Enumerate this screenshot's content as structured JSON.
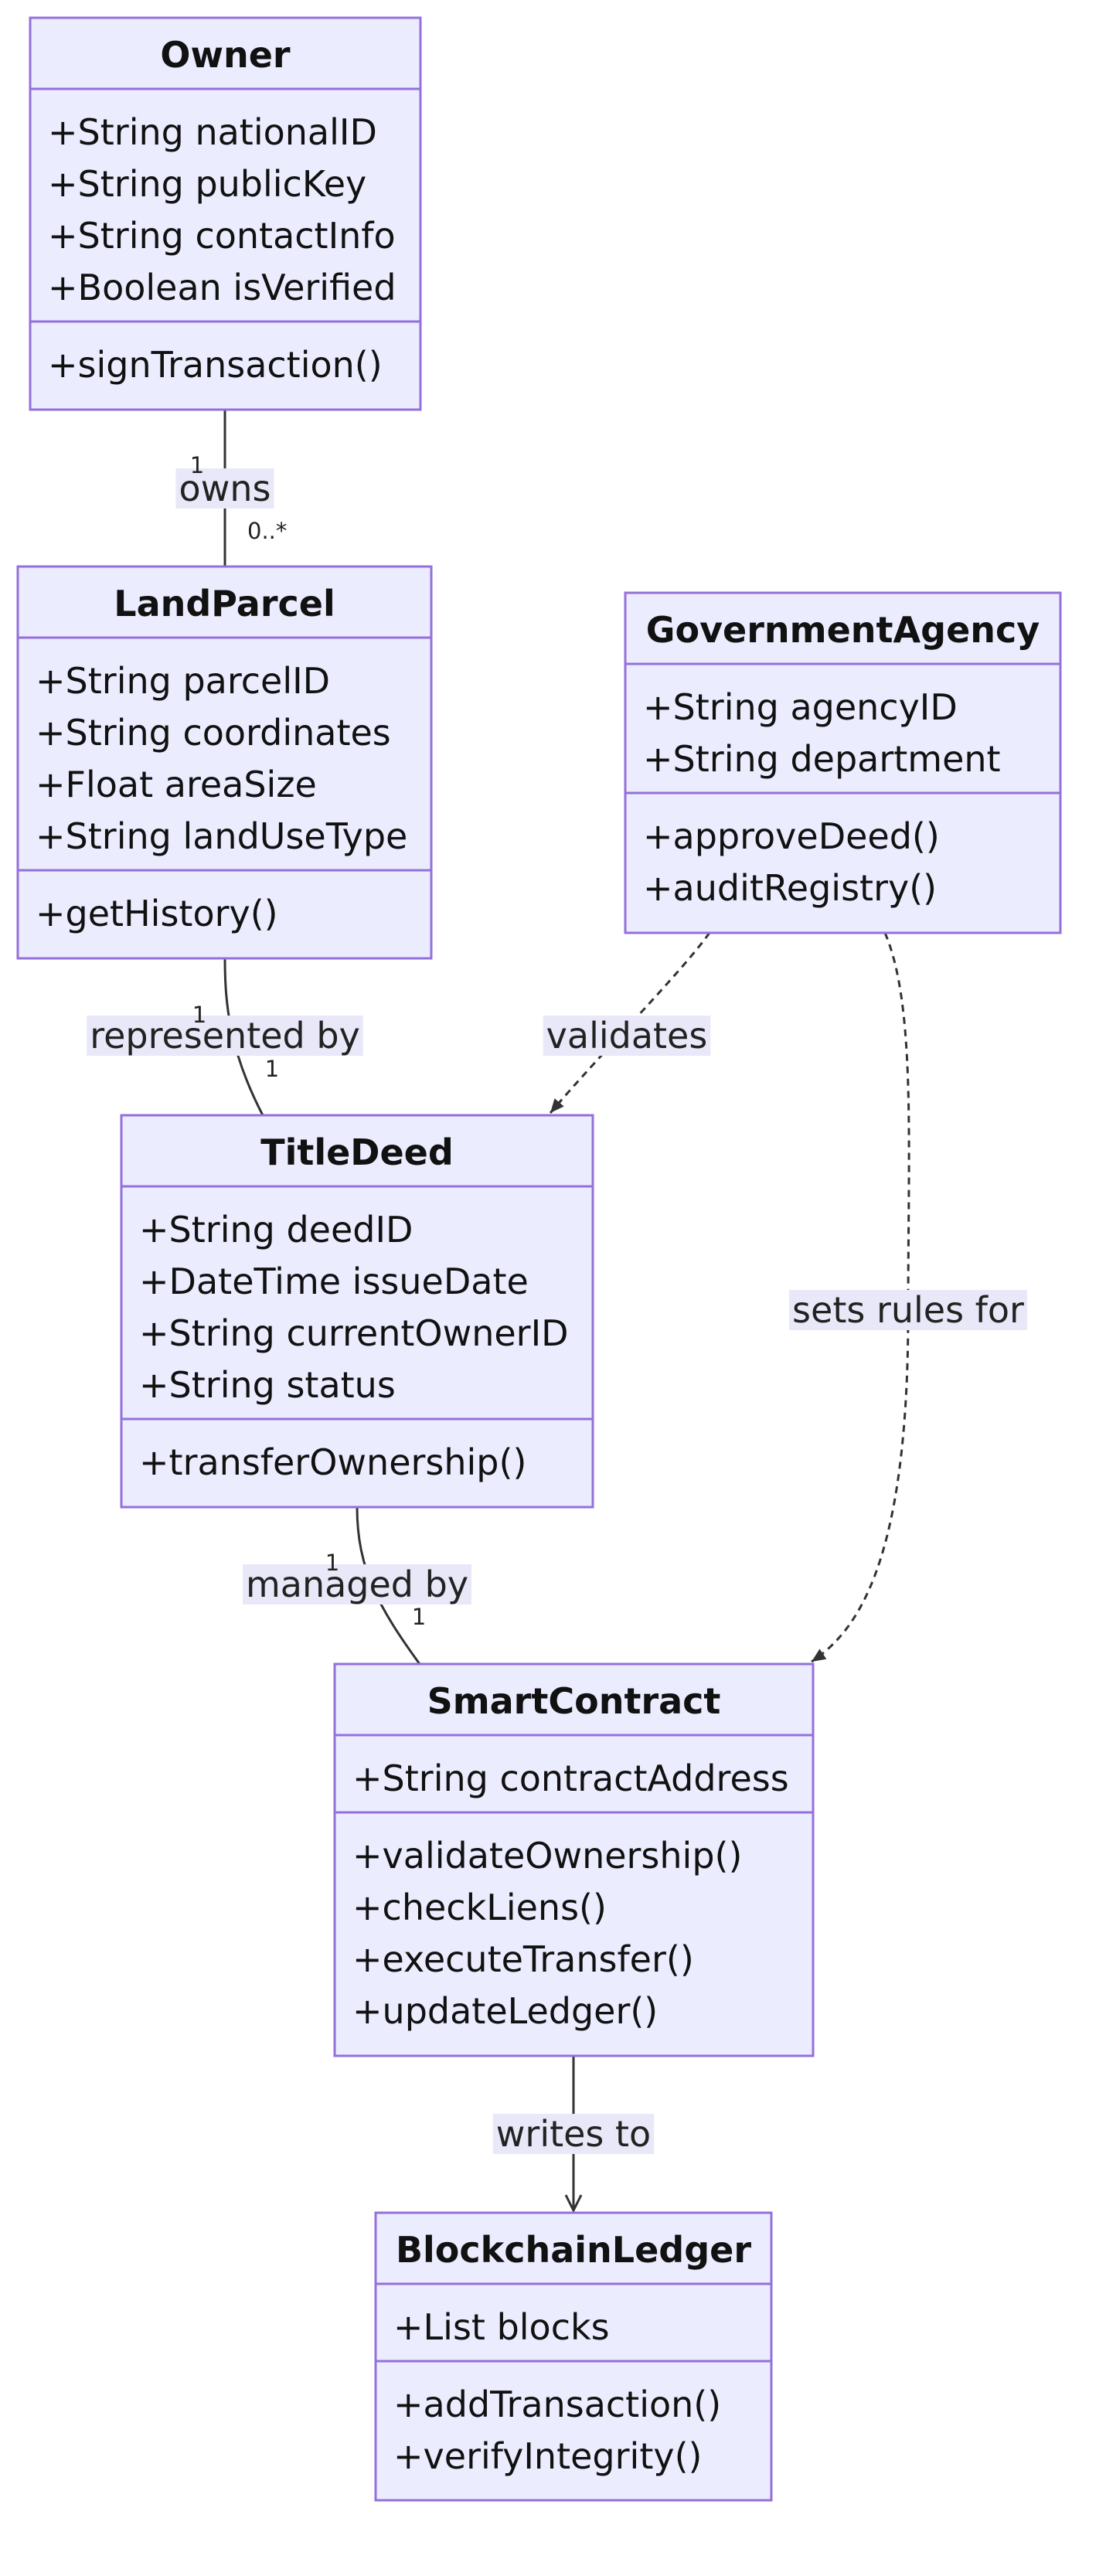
{
  "classes": [
    {
      "id": "owner",
      "name": "Owner",
      "attributes": [
        "+String nationalID",
        "+String publicKey",
        "+String contactInfo",
        "+Boolean isVerified"
      ],
      "methods": [
        "+signTransaction()"
      ]
    },
    {
      "id": "landparcel",
      "name": "LandParcel",
      "attributes": [
        "+String parcelID",
        "+String coordinates",
        "+Float areaSize",
        "+String landUseType"
      ],
      "methods": [
        "+getHistory()"
      ]
    },
    {
      "id": "governmentagency",
      "name": "GovernmentAgency",
      "attributes": [
        "+String agencyID",
        "+String department"
      ],
      "methods": [
        "+approveDeed()",
        "+auditRegistry()"
      ]
    },
    {
      "id": "titledeed",
      "name": "TitleDeed",
      "attributes": [
        "+String deedID",
        "+DateTime issueDate",
        "+String currentOwnerID",
        "+String status"
      ],
      "methods": [
        "+transferOwnership()"
      ]
    },
    {
      "id": "smartcontract",
      "name": "SmartContract",
      "attributes": [
        "+String contractAddress"
      ],
      "methods": [
        "+validateOwnership()",
        "+checkLiens()",
        "+executeTransfer()",
        "+updateLedger()"
      ]
    },
    {
      "id": "blockchainledger",
      "name": "BlockchainLedger",
      "attributes": [
        "+List blocks"
      ],
      "methods": [
        "+addTransaction()",
        "+verifyIntegrity()"
      ]
    }
  ],
  "relations": [
    {
      "id": "owns",
      "from": "owner",
      "to": "landparcel",
      "label": "owns",
      "from_card": "1",
      "to_card": "0..*",
      "style": "solid",
      "arrow": false
    },
    {
      "id": "represented-by",
      "from": "landparcel",
      "to": "titledeed",
      "label": "represented by",
      "from_card": "1",
      "to_card": "1",
      "style": "solid",
      "arrow": false
    },
    {
      "id": "validates",
      "from": "governmentagency",
      "to": "titledeed",
      "label": "validates",
      "from_card": "",
      "to_card": "",
      "style": "dashed",
      "arrow": true
    },
    {
      "id": "sets-rules-for",
      "from": "governmentagency",
      "to": "smartcontract",
      "label": "sets rules for",
      "from_card": "",
      "to_card": "",
      "style": "dashed",
      "arrow": true
    },
    {
      "id": "managed-by",
      "from": "titledeed",
      "to": "smartcontract",
      "label": "managed by",
      "from_card": "1",
      "to_card": "1",
      "style": "solid",
      "arrow": false
    },
    {
      "id": "writes-to",
      "from": "smartcontract",
      "to": "blockchainledger",
      "label": "writes to",
      "from_card": "",
      "to_card": "",
      "style": "solid",
      "arrow": true
    }
  ],
  "colors": {
    "box_fill": "#ECECFF",
    "box_stroke": "#9370DB",
    "edge": "#333333",
    "label_bg": "#E8E8F8"
  }
}
